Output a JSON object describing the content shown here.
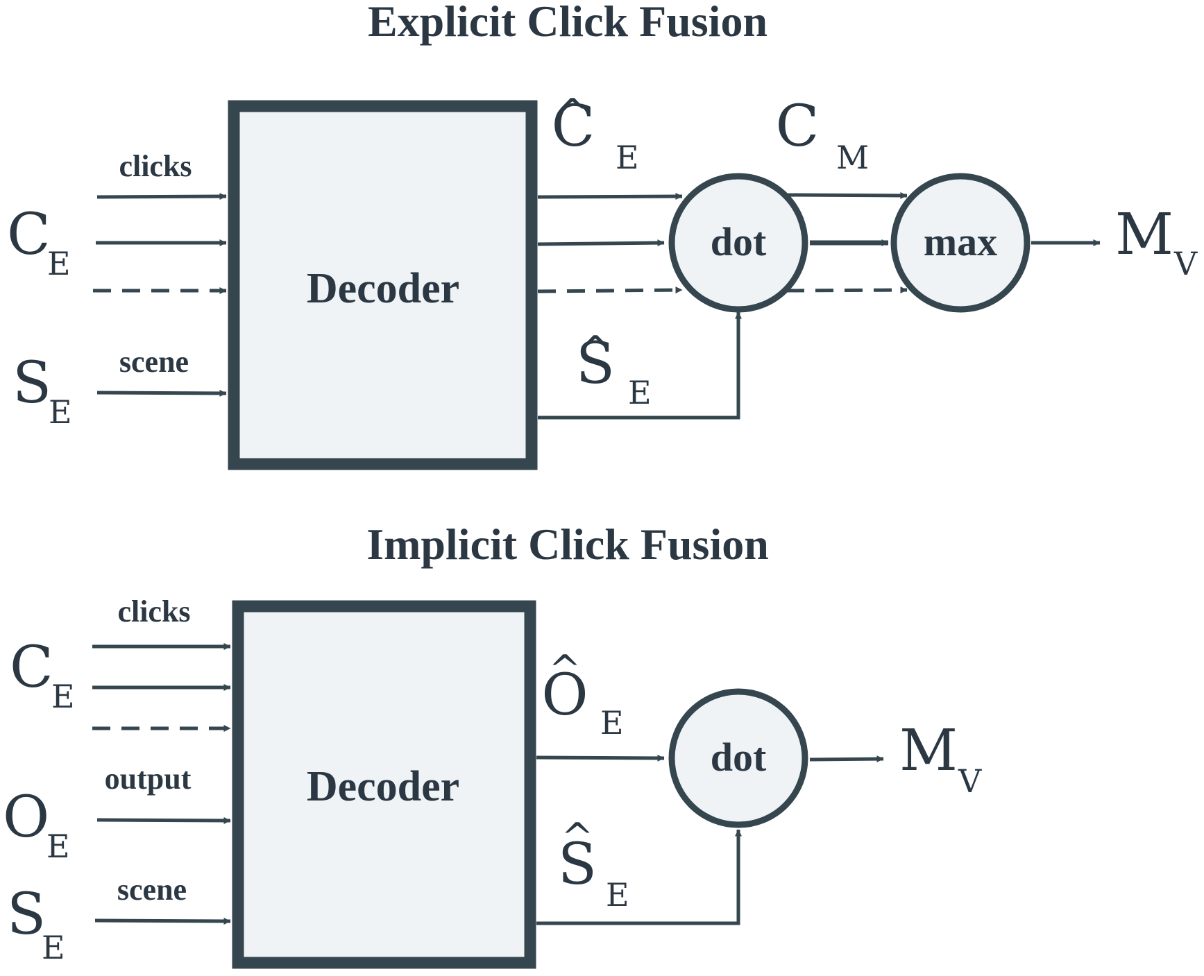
{
  "explicit": {
    "title": "Explicit Click Fusion",
    "decoder_label": "Decoder",
    "clicks_label": "clicks",
    "scene_label": "scene",
    "input_c": {
      "main": "C",
      "sub": "E"
    },
    "input_s": {
      "main": "S",
      "sub": "E"
    },
    "out_c": {
      "main": "C",
      "sub": "E",
      "hat": "^"
    },
    "out_s": {
      "main": "S",
      "sub": "E",
      "hat": "^"
    },
    "c_m": {
      "main": "C",
      "sub": "M"
    },
    "dot_label": "dot",
    "max_label": "max",
    "result": {
      "main": "M",
      "sub": "V"
    }
  },
  "implicit": {
    "title": "Implicit Click Fusion",
    "decoder_label": "Decoder",
    "clicks_label": "clicks",
    "output_label": "output",
    "scene_label": "scene",
    "input_c": {
      "main": "C",
      "sub": "E"
    },
    "input_o": {
      "main": "O",
      "sub": "E"
    },
    "input_s": {
      "main": "S",
      "sub": "E"
    },
    "out_o": {
      "main": "O",
      "sub": "E",
      "hat": "^"
    },
    "out_s": {
      "main": "S",
      "sub": "E",
      "hat": "^"
    },
    "dot_label": "dot",
    "result": {
      "main": "M",
      "sub": "V"
    }
  },
  "colors": {
    "stroke": "#35464f",
    "fill": "#eff3f6",
    "text": "#2b3843"
  }
}
